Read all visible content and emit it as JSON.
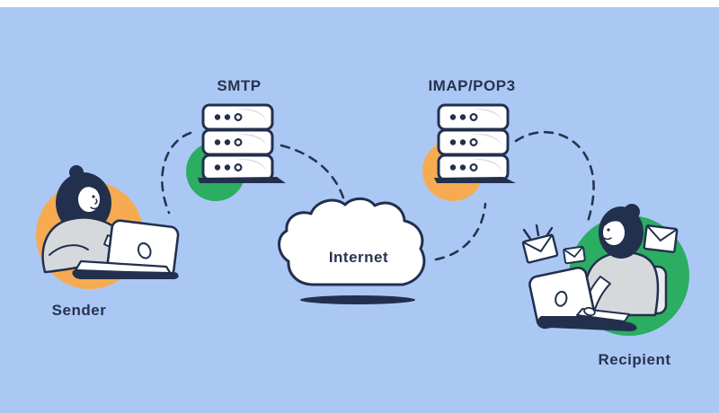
{
  "diagram": {
    "title_labels": {
      "smtp": "SMTP",
      "imap_pop3": "IMAP/POP3",
      "internet": "Internet",
      "sender": "Sender",
      "recipient": "Recipient"
    },
    "flow": [
      "Sender",
      "SMTP",
      "Internet",
      "IMAP/POP3",
      "Recipient"
    ],
    "colors": {
      "background": "#abc8f5",
      "top_strip": "#ffffff",
      "ink_navy": "#22304d",
      "accent_orange": "#f6ab52",
      "accent_green": "#2bad62",
      "shirt_gray": "#d6d9dc",
      "surface_white": "#ffffff"
    }
  }
}
